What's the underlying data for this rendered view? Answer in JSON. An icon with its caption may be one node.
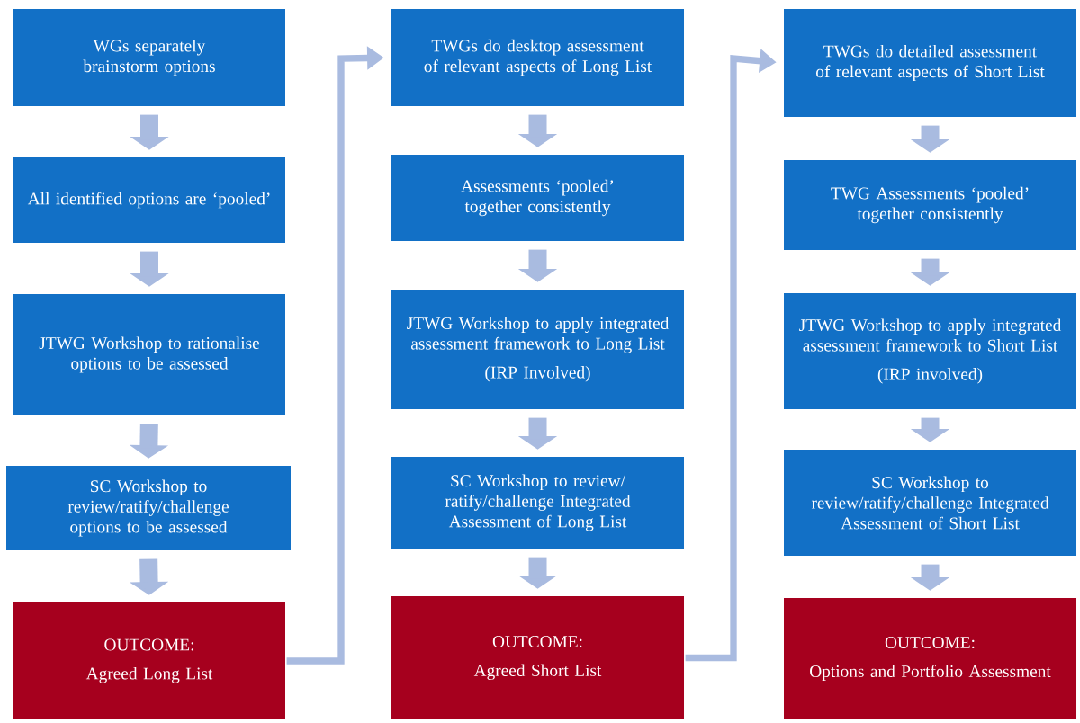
{
  "diagram": {
    "nodes": [
      {
        "text": [
          "WGs separately brainstorm options"
        ]
      },
      {
        "text": [
          "All identified options are ‘pooled’"
        ]
      },
      {
        "text": [
          "JTWG Workshop to rationalise options to be assessed"
        ]
      },
      {
        "text": [
          "SC Workshop to review/ratify/challenge options to be assessed"
        ]
      },
      {
        "text": [
          "OUTCOME:",
          "Agreed Long List"
        ]
      },
      {
        "text": [
          "TWGs do desktop assessment of relevant aspects of Long List"
        ]
      },
      {
        "text": [
          "Assessments ‘pooled’ together consistently"
        ]
      },
      {
        "text": [
          "JTWG Workshop to apply integrated assessment framework to Long List",
          "(IRP Involved)"
        ]
      },
      {
        "text": [
          "SC Workshop to review/ ratify/challenge Integrated Assessment of Long List"
        ]
      },
      {
        "text": [
          "OUTCOME:",
          "Agreed Short List"
        ]
      },
      {
        "text": [
          "TWGs do detailed assessment of relevant aspects of Short List"
        ]
      },
      {
        "text": [
          "TWG Assessments ‘pooled’ together consistently"
        ]
      },
      {
        "text": [
          "JTWG Workshop to apply integrated assessment framework to Short List",
          "(IRP involved)"
        ]
      },
      {
        "text": [
          "SC Workshop to review/ratify/challenge Integrated Assessment of Short List"
        ]
      },
      {
        "text": [
          "OUTCOME:",
          "Options and Portfolio Assessment"
        ]
      }
    ],
    "edges": [
      {
        "from": 0,
        "to": 1,
        "arrow": "to"
      },
      {
        "from": 1,
        "to": 2,
        "arrow": "to"
      },
      {
        "from": 2,
        "to": 3,
        "arrow": "to"
      },
      {
        "from": 3,
        "to": 4,
        "arrow": "to"
      },
      {
        "from": 4,
        "to": 5,
        "arrow": "to"
      },
      {
        "from": 5,
        "to": 6,
        "arrow": "to"
      },
      {
        "from": 6,
        "to": 7,
        "arrow": "to"
      },
      {
        "from": 7,
        "to": 8,
        "arrow": "to"
      },
      {
        "from": 8,
        "to": 9,
        "arrow": "to"
      },
      {
        "from": 9,
        "to": 10,
        "arrow": "to"
      },
      {
        "from": 10,
        "to": 11,
        "arrow": "to"
      },
      {
        "from": 11,
        "to": 12,
        "arrow": "to"
      },
      {
        "from": 12,
        "to": 13,
        "arrow": "to"
      },
      {
        "from": 13,
        "to": 14,
        "arrow": "to"
      }
    ]
  }
}
